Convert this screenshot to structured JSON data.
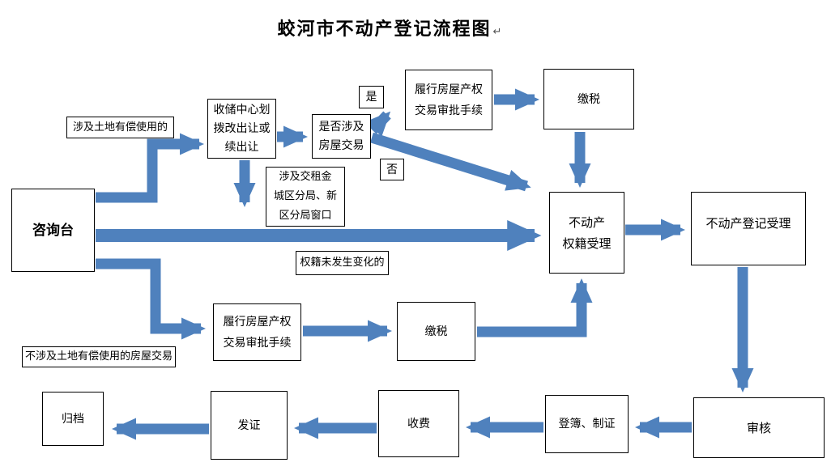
{
  "title": "蛟河市不动产登记流程图",
  "paragraph_mark": "↵",
  "colors": {
    "arrow_blue": "#4f81bd",
    "box_border": "#000000",
    "background": "#ffffff"
  },
  "nodes": {
    "consult": {
      "label": "咨询台"
    },
    "land_label": {
      "label": "涉及土地有偿使用的"
    },
    "storage": {
      "label": "收储中心划\n拨改出让或\n续出让"
    },
    "decision": {
      "label": "是否涉及\n房屋交易"
    },
    "yes": {
      "label": "是"
    },
    "no": {
      "label": "否"
    },
    "approval_upper": {
      "label": "履行房屋产权\n交易审批手续"
    },
    "tax_upper": {
      "label": "缴税"
    },
    "rent_label": {
      "label": "涉及交租金\n城区分局、新\n区分局窗口"
    },
    "cadastral": {
      "label": "不动产\n权籍受理"
    },
    "registration": {
      "label": "不动产登记受理"
    },
    "unchanged_label": {
      "label": "权籍未发生变化的"
    },
    "approval_lower": {
      "label": "履行房屋产权\n交易审批手续"
    },
    "tax_lower": {
      "label": "缴税"
    },
    "no_land_label": {
      "label": "不涉及土地有偿使用的房屋交易"
    },
    "archive": {
      "label": "归档"
    },
    "issue": {
      "label": "发证"
    },
    "fee": {
      "label": "收费"
    },
    "book": {
      "label": "登簿、制证"
    },
    "review": {
      "label": "审核"
    }
  },
  "edges": [
    {
      "from": "consult",
      "to": "storage",
      "condition": "land_label"
    },
    {
      "from": "storage",
      "to": "decision"
    },
    {
      "from": "storage",
      "to": "main-flow-down"
    },
    {
      "from": "decision",
      "to": "approval_upper",
      "condition": "yes"
    },
    {
      "from": "approval_upper",
      "to": "tax_upper"
    },
    {
      "from": "tax_upper",
      "to": "cadastral"
    },
    {
      "from": "decision",
      "to": "cadastral",
      "condition": "no"
    },
    {
      "from": "consult",
      "to": "cadastral",
      "condition": "unchanged_label"
    },
    {
      "from": "consult",
      "to": "approval_lower",
      "condition": "no_land_label"
    },
    {
      "from": "approval_lower",
      "to": "tax_lower"
    },
    {
      "from": "tax_lower",
      "to": "cadastral"
    },
    {
      "from": "cadastral",
      "to": "registration"
    },
    {
      "from": "registration",
      "to": "review"
    },
    {
      "from": "review",
      "to": "book"
    },
    {
      "from": "book",
      "to": "fee"
    },
    {
      "from": "fee",
      "to": "issue"
    },
    {
      "from": "issue",
      "to": "archive"
    }
  ]
}
